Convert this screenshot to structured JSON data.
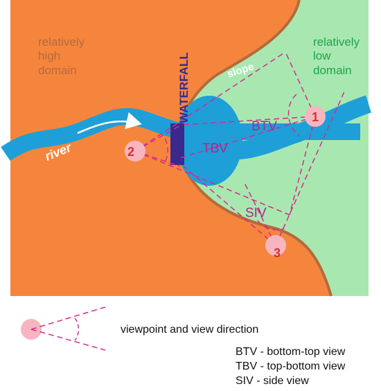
{
  "regions": {
    "high_domain": {
      "line1": "relatively",
      "line2": "high",
      "line3": "domain",
      "color": "#b56a3d"
    },
    "low_domain": {
      "line1": "relatively",
      "line2": "low",
      "line3": "domain",
      "color": "#1ea34a"
    }
  },
  "features": {
    "river": "river",
    "waterfall": "WATERFALL",
    "slope": "slope"
  },
  "views": {
    "btv": "BTV",
    "tbv": "TBV",
    "siv": "SIV"
  },
  "viewpoints": {
    "v1": "1",
    "v2": "2",
    "v3": "3"
  },
  "legend": {
    "symbol_caption": "viewpoint and view direction",
    "btv": "BTV - bottom-top view",
    "tbv": "TBV - top-bottom view",
    "siv": "SIV - side view"
  },
  "colors": {
    "high_domain_fill": "#f5853d",
    "low_domain_fill": "#a8e8b0",
    "river": "#1e9fd8",
    "waterfall": "#3a2a8c",
    "slope_edge": "#b56a3d",
    "view_lines": "#d6298c",
    "viewpoint": "#f7b6bf",
    "viewpoint_label": "#d23232"
  }
}
